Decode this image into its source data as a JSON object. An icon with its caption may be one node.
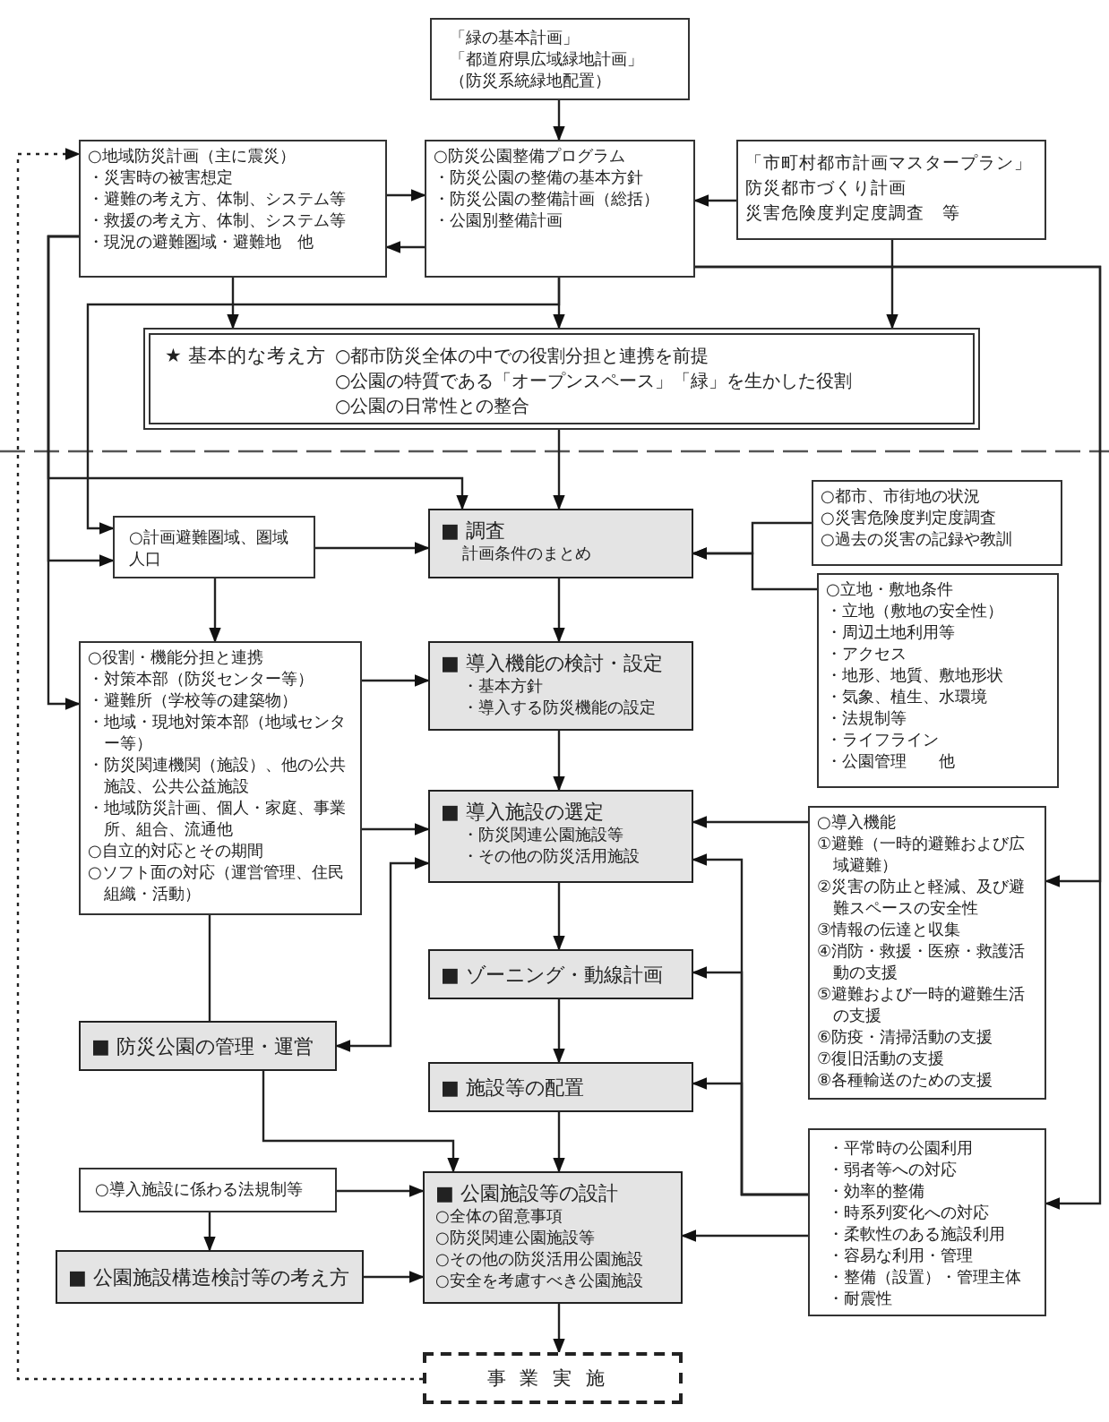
{
  "diagram": {
    "nodes": [
      {
        "text": [
          "「緑の基本計画」",
          "「都道府県広域緑地計画」",
          "（防災系統緑地配置）"
        ]
      },
      {
        "text": [
          "○地域防災計画（主に震災）",
          "・災害時の被害想定",
          "・避難の考え方、体制、システム等",
          "・救援の考え方、体制、システム等",
          "・現況の避難圏域・避難地　他"
        ]
      },
      {
        "text": [
          "○防災公園整備プログラム",
          "・防災公園の整備の基本方針",
          "・防災公園の整備計画（総括）",
          "・公園別整備計画"
        ]
      },
      {
        "text": [
          "「市町村都市計画マスタープラン」",
          "防災都市づくり計画",
          "災害危険度判定度調査　等"
        ]
      },
      {
        "text": [
          "★ 基本的な考え方",
          "○都市防災全体の中での役割分担と連携を前提",
          "○公園の特質である「オープンスペース」「緑」を生かした役割",
          "○公園の日常性との整合"
        ]
      },
      {
        "text": [
          "○計画避難圏域、圏域人口"
        ]
      },
      {
        "text": [
          "■ 調査",
          "計画条件のまとめ"
        ]
      },
      {
        "text": [
          "○都市、市街地の状況",
          "○災害危険度判定度調査",
          "○過去の災害の記録や教訓"
        ]
      },
      {
        "text": [
          "○立地・敷地条件",
          "・立地（敷地の安全性）",
          "・周辺土地利用等",
          "・アクセス",
          "・地形、地質、敷地形状",
          "・気象、植生、水環境",
          "・法規制等",
          "・ライフライン",
          "・公園管理　　他"
        ]
      },
      {
        "text": [
          "○役割・機能分担と連携",
          "・対策本部（防災センター等）",
          "・避難所（学校等の建築物）",
          "・地域・現地対策本部（地域センター等）",
          "・防災関連機関（施設）、他の公共施設、公共公益施設",
          "・地域防災計画、個人・家庭、事業所、組合、流通他",
          "○自立的対応とその期間",
          "○ソフト面の対応（運営管理、住民組織・活動）"
        ]
      },
      {
        "text": [
          "■ 導入機能の検討・設定",
          "・基本方針",
          "・導入する防災機能の設定"
        ]
      },
      {
        "text": [
          "■ 導入施設の選定",
          "・防災関連公園施設等",
          "・その他の防災活用施設"
        ]
      },
      {
        "text": [
          "○導入機能",
          "①避難（一時的避難および広域避難）",
          "②災害の防止と軽減、及び避難スペースの安全性",
          "③情報の伝達と収集",
          "④消防・救援・医療・救護活動の支援",
          "⑤避難および一時的避難生活の支援",
          "⑥防疫・清掃活動の支援",
          "⑦復旧活動の支援",
          "⑧各種輸送のための支援"
        ]
      },
      {
        "text": [
          "■ ゾーニング・動線計画"
        ]
      },
      {
        "text": [
          "■ 防災公園の管理・運営"
        ]
      },
      {
        "text": [
          "■ 施設等の配置"
        ]
      },
      {
        "text": [
          "・平常時の公園利用",
          "・弱者等への対応",
          "・効率的整備",
          "・時系列変化への対応",
          "・柔軟性のある施設利用",
          "・容易な利用・管理",
          "・整備（設置）・管理主体",
          "・耐震性"
        ]
      },
      {
        "text": [
          "○導入施設に係わる法規制等"
        ]
      },
      {
        "text": [
          "■ 公園施設等の設計",
          "○全体の留意事項",
          "○防災関連公園施設等",
          "○その他の防災活用公園施設",
          "○安全を考慮すべき公園施設"
        ]
      },
      {
        "text": [
          "■ 公園施設構造検討等の考え方"
        ]
      },
      {
        "text": [
          "事業実施"
        ]
      }
    ],
    "edges": [
      {
        "from": 0,
        "to": 2,
        "arrow": "to"
      },
      {
        "from": 1,
        "to": 2,
        "arrow": "to"
      },
      {
        "from": 2,
        "to": 1,
        "arrow": "to"
      },
      {
        "from": 3,
        "to": 2,
        "arrow": "to"
      },
      {
        "from": 1,
        "to": 4,
        "arrow": "to"
      },
      {
        "from": 2,
        "to": 4,
        "arrow": "to"
      },
      {
        "from": 3,
        "to": 4,
        "arrow": "to"
      },
      {
        "from": 4,
        "to": 6,
        "arrow": "to"
      },
      {
        "from": 1,
        "to": 6,
        "arrow": "to"
      },
      {
        "from": 1,
        "to": 5,
        "arrow": "to"
      },
      {
        "from": 1,
        "to": 9,
        "arrow": "to"
      },
      {
        "from": 2,
        "to": 5,
        "arrow": "to"
      },
      {
        "from": 5,
        "to": 6,
        "arrow": "to"
      },
      {
        "from": 5,
        "to": 9,
        "arrow": "to"
      },
      {
        "from": 7,
        "to": 6,
        "arrow": "to"
      },
      {
        "from": 8,
        "to": 6,
        "arrow": "to"
      },
      {
        "from": 6,
        "to": 10,
        "arrow": "to"
      },
      {
        "from": 9,
        "to": 10,
        "arrow": "to"
      },
      {
        "from": 10,
        "to": 11,
        "arrow": "to"
      },
      {
        "from": 9,
        "to": 11,
        "arrow": "to"
      },
      {
        "from": 11,
        "to": 14,
        "arrow": "both"
      },
      {
        "from": 12,
        "to": 11,
        "arrow": "to"
      },
      {
        "from": 11,
        "to": 13,
        "arrow": "to"
      },
      {
        "from": 16,
        "to": 11,
        "arrow": "to"
      },
      {
        "from": 16,
        "to": 13,
        "arrow": "to"
      },
      {
        "from": 16,
        "to": 15,
        "arrow": "to"
      },
      {
        "from": 16,
        "to": 18,
        "arrow": "to"
      },
      {
        "from": 2,
        "to": 12,
        "arrow": "to"
      },
      {
        "from": 2,
        "to": 16,
        "arrow": "to"
      },
      {
        "from": 13,
        "to": 15,
        "arrow": "to"
      },
      {
        "from": 9,
        "to": 14,
        "arrow": "none"
      },
      {
        "from": 14,
        "to": 18,
        "arrow": "to"
      },
      {
        "from": 15,
        "to": 18,
        "arrow": "to"
      },
      {
        "from": 17,
        "to": 18,
        "arrow": "to"
      },
      {
        "from": 17,
        "to": 19,
        "arrow": "to"
      },
      {
        "from": 19,
        "to": 18,
        "arrow": "to"
      },
      {
        "from": 18,
        "to": 20,
        "arrow": "to"
      },
      {
        "from": 20,
        "to": 1,
        "arrow": "to",
        "style": "dashed"
      }
    ]
  }
}
